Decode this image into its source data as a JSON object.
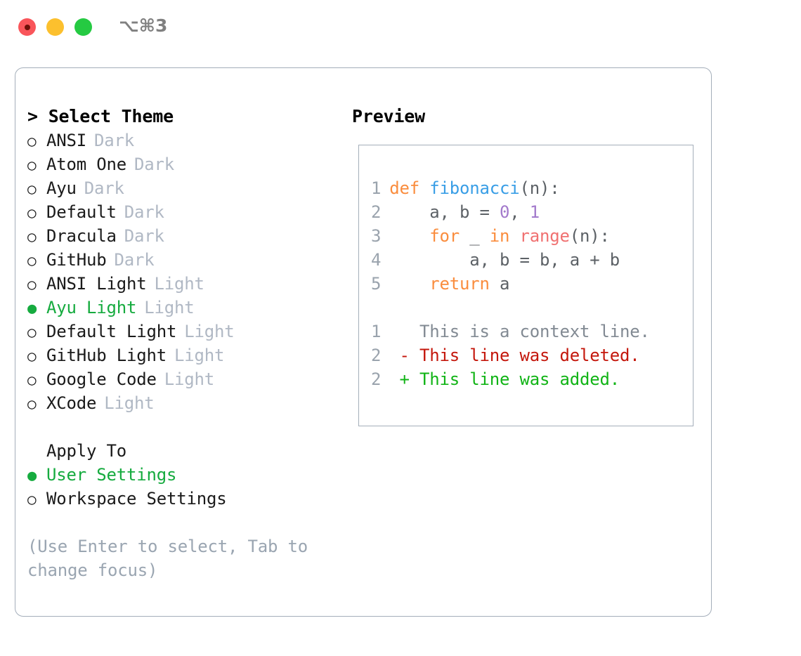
{
  "window": {
    "traffic_lights": [
      "close",
      "minimize",
      "zoom"
    ],
    "shortcut_label": "⌥⌘3"
  },
  "theme_picker": {
    "title": "> Select Theme",
    "marker_unselected": "○",
    "marker_selected": "●",
    "items": [
      {
        "name": "ANSI",
        "variant": "Dark",
        "selected": false
      },
      {
        "name": "Atom One",
        "variant": "Dark",
        "selected": false
      },
      {
        "name": "Ayu",
        "variant": "Dark",
        "selected": false
      },
      {
        "name": "Default",
        "variant": "Dark",
        "selected": false
      },
      {
        "name": "Dracula",
        "variant": "Dark",
        "selected": false
      },
      {
        "name": "GitHub",
        "variant": "Dark",
        "selected": false
      },
      {
        "name": "ANSI Light",
        "variant": "Light",
        "selected": false
      },
      {
        "name": "Ayu Light",
        "variant": "Light",
        "selected": true
      },
      {
        "name": "Default Light",
        "variant": "Light",
        "selected": false
      },
      {
        "name": "GitHub Light",
        "variant": "Light",
        "selected": false
      },
      {
        "name": "Google Code",
        "variant": "Light",
        "selected": false
      },
      {
        "name": "XCode",
        "variant": "Light",
        "selected": false
      }
    ]
  },
  "apply_to": {
    "title": "Apply To",
    "items": [
      {
        "name": "User Settings",
        "selected": true
      },
      {
        "name": "Workspace Settings",
        "selected": false
      }
    ]
  },
  "hint": "(Use Enter to select, Tab to change focus)",
  "preview": {
    "title": "Preview",
    "code_lines": [
      {
        "n": "1",
        "tokens": [
          {
            "t": "def",
            "c": "kw"
          },
          {
            "t": " ",
            "c": "pl"
          },
          {
            "t": "fibonacci",
            "c": "fn"
          },
          {
            "t": "(n):",
            "c": "pl"
          }
        ]
      },
      {
        "n": "2",
        "tokens": [
          {
            "t": "    a, b = ",
            "c": "pl"
          },
          {
            "t": "0",
            "c": "num"
          },
          {
            "t": ", ",
            "c": "pl"
          },
          {
            "t": "1",
            "c": "num"
          }
        ]
      },
      {
        "n": "3",
        "tokens": [
          {
            "t": "    ",
            "c": "pl"
          },
          {
            "t": "for",
            "c": "kw"
          },
          {
            "t": " _ ",
            "c": "pl"
          },
          {
            "t": "in",
            "c": "kw"
          },
          {
            "t": " ",
            "c": "pl"
          },
          {
            "t": "range",
            "c": "bi"
          },
          {
            "t": "(n):",
            "c": "pl"
          }
        ]
      },
      {
        "n": "4",
        "tokens": [
          {
            "t": "        a, b = b, a + b",
            "c": "pl"
          }
        ]
      },
      {
        "n": "5",
        "tokens": [
          {
            "t": "    ",
            "c": "pl"
          },
          {
            "t": "return",
            "c": "kw"
          },
          {
            "t": " a",
            "c": "pl"
          }
        ]
      }
    ],
    "diff_lines": [
      {
        "n": "1",
        "sign": " ",
        "text": " This is a context line.",
        "kind": "ctx"
      },
      {
        "n": "2",
        "sign": "-",
        "text": " This line was deleted.",
        "kind": "del"
      },
      {
        "n": "2",
        "sign": "+",
        "text": " This line was added.",
        "kind": "add"
      }
    ]
  },
  "colors": {
    "accent_green": "#16ab3f",
    "border": "#a4aeba",
    "muted": "#b0b8c4",
    "hint": "#9aa5b1",
    "keyword": "#fa8d3e",
    "function": "#399ee6",
    "number": "#a37acc",
    "builtin": "#f07171",
    "plain": "#5c6166",
    "line_number": "#9aa3ad",
    "diff_context": "#828a93",
    "diff_deleted": "#c4170c",
    "diff_added": "#11b416",
    "dot_red": "#f9555a",
    "dot_yellow": "#fcc02e",
    "dot_green": "#25ca42"
  }
}
